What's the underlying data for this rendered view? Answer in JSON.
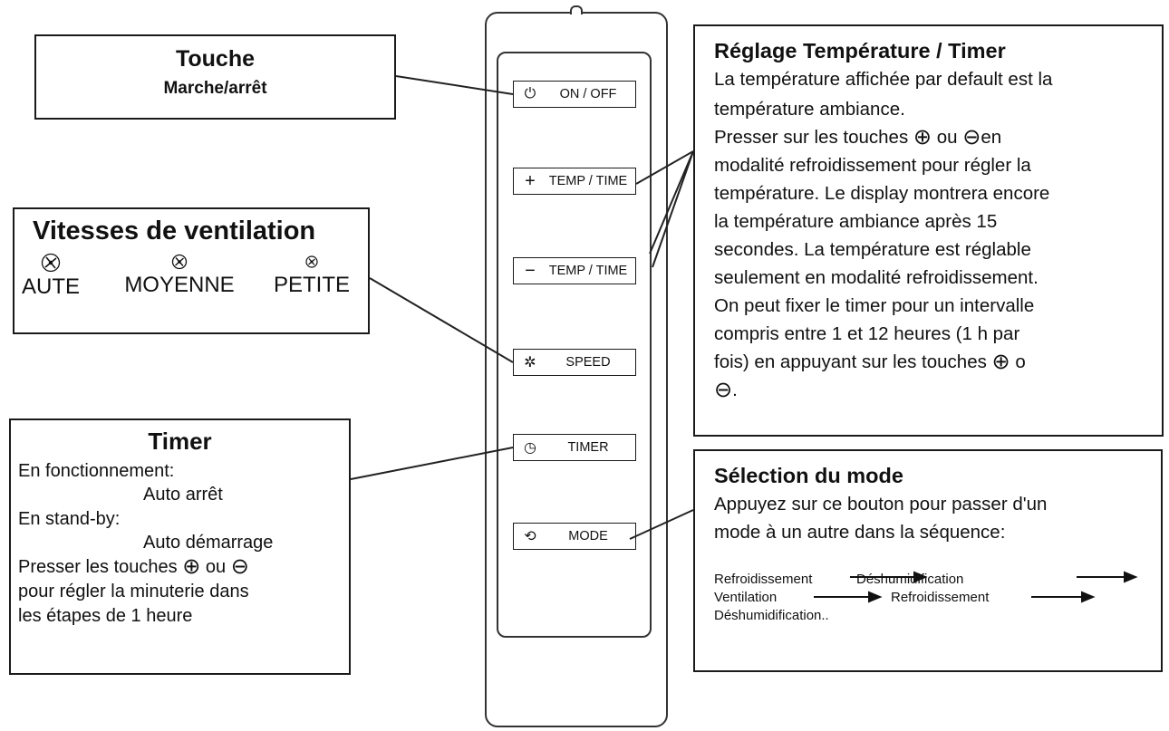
{
  "touche": {
    "title": "Touche",
    "subtitle": "Marche/arrêt"
  },
  "vitesses": {
    "title": "Vitesses de ventilation",
    "speeds": [
      {
        "label": "AUTE",
        "icon": "fan-large-icon"
      },
      {
        "label": "MOYENNE",
        "icon": "fan-medium-icon"
      },
      {
        "label": "PETITE",
        "icon": "fan-small-icon"
      }
    ]
  },
  "timer": {
    "title": "Timer",
    "line1": "En fonctionnement:",
    "line2": "Auto arrêt",
    "line3": "En stand-by:",
    "line4": "Auto démarrage",
    "line5a": "Presser les touches",
    "line5b": "ou",
    "line6": "pour régler la minuterie dans",
    "line7": "les étapes de 1 heure"
  },
  "reglage": {
    "title": "Réglage Température / Timer",
    "l1": "La température affichée par default est la",
    "l2": "température ambiance.",
    "l3a": "Presser sur les touches",
    "l3b": "ou",
    "l3c": "en",
    "l4": "modalité refroidissement pour régler la",
    "l5": "température. Le display montrera encore",
    "l6": "la température ambiance après 15",
    "l7": "secondes. La température est réglable",
    "l8": "seulement en modalité refroidissement.",
    "l9": "On peut fixer le timer pour un intervalle",
    "l10": "compris entre 1 et 12 heures (1 h par",
    "l11a": "fois) en appuyant sur les touches",
    "l11b": "o",
    "l12": "."
  },
  "mode": {
    "title": "Sélection du mode",
    "l1": "Appuyez sur ce bouton pour passer d'un",
    "l2": "mode à un autre dans la séquence:",
    "seq1a": "Refroidissement",
    "seq1b": "Déshumidification",
    "seq2a": "Ventilation",
    "seq2b": "Refroidissement",
    "seq3": "Déshumidification.."
  },
  "remote": {
    "buttons": [
      {
        "label": "ON / OFF",
        "icon": "⏻"
      },
      {
        "label": "TEMP / TIME",
        "icon": "+"
      },
      {
        "label": "TEMP / TIME",
        "icon": "−"
      },
      {
        "label": "SPEED",
        "icon": "✲"
      },
      {
        "label": "TIMER",
        "icon": "◷"
      },
      {
        "label": "MODE",
        "icon": "⟲"
      }
    ]
  },
  "symbols": {
    "plus": "⊕",
    "minus": "⊖"
  }
}
